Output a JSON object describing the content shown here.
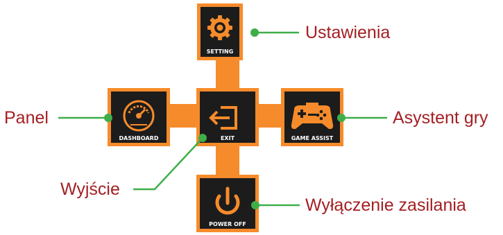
{
  "colors": {
    "orange": "#F68B2B",
    "tile": "#1c1c1c",
    "callout_text": "#A31F23",
    "connector": "#3FAE49"
  },
  "tiles": {
    "setting": {
      "label": "SETTING",
      "icon": "gear-icon"
    },
    "dashboard": {
      "label": "DASHBOARD",
      "icon": "speedometer-icon"
    },
    "exit": {
      "label": "EXIT",
      "icon": "exit-icon"
    },
    "game_assist": {
      "label": "GAME ASSIST",
      "icon": "gamepad-icon"
    },
    "power_off": {
      "label": "POWER OFF",
      "icon": "power-icon"
    }
  },
  "callouts": {
    "setting": "Ustawienia",
    "dashboard": "Panel",
    "exit": "Wyjście",
    "game_assist": "Asystent gry",
    "power_off": "Wyłączenie zasilania"
  }
}
